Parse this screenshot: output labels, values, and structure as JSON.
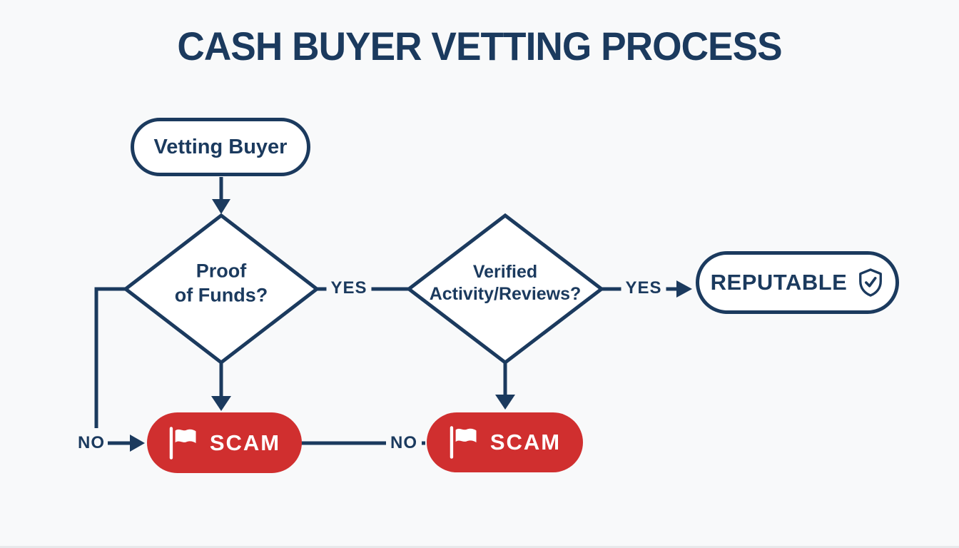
{
  "title": "CASH BUYER VETTING PROCESS",
  "colors": {
    "navy": "#1b3a5e",
    "red": "#d02f2f",
    "background": "#f8f9fa",
    "node_fill": "#ffffff"
  },
  "nodes": {
    "start": {
      "label": "Vetting Buyer"
    },
    "decision1": {
      "line1": "Proof",
      "line2": "of Funds?"
    },
    "decision2": {
      "line1": "Verified",
      "line2": "Activity/Reviews?"
    },
    "reputable": {
      "label": "REPUTABLE",
      "icon": "shield-check-icon"
    },
    "scam1": {
      "label": "SCAM",
      "icon": "red-flag-icon"
    },
    "scam2": {
      "label": "SCAM",
      "icon": "red-flag-icon"
    }
  },
  "edges": {
    "yes1": "YES",
    "yes2": "YES",
    "no1": "NO",
    "no2": "NO"
  }
}
